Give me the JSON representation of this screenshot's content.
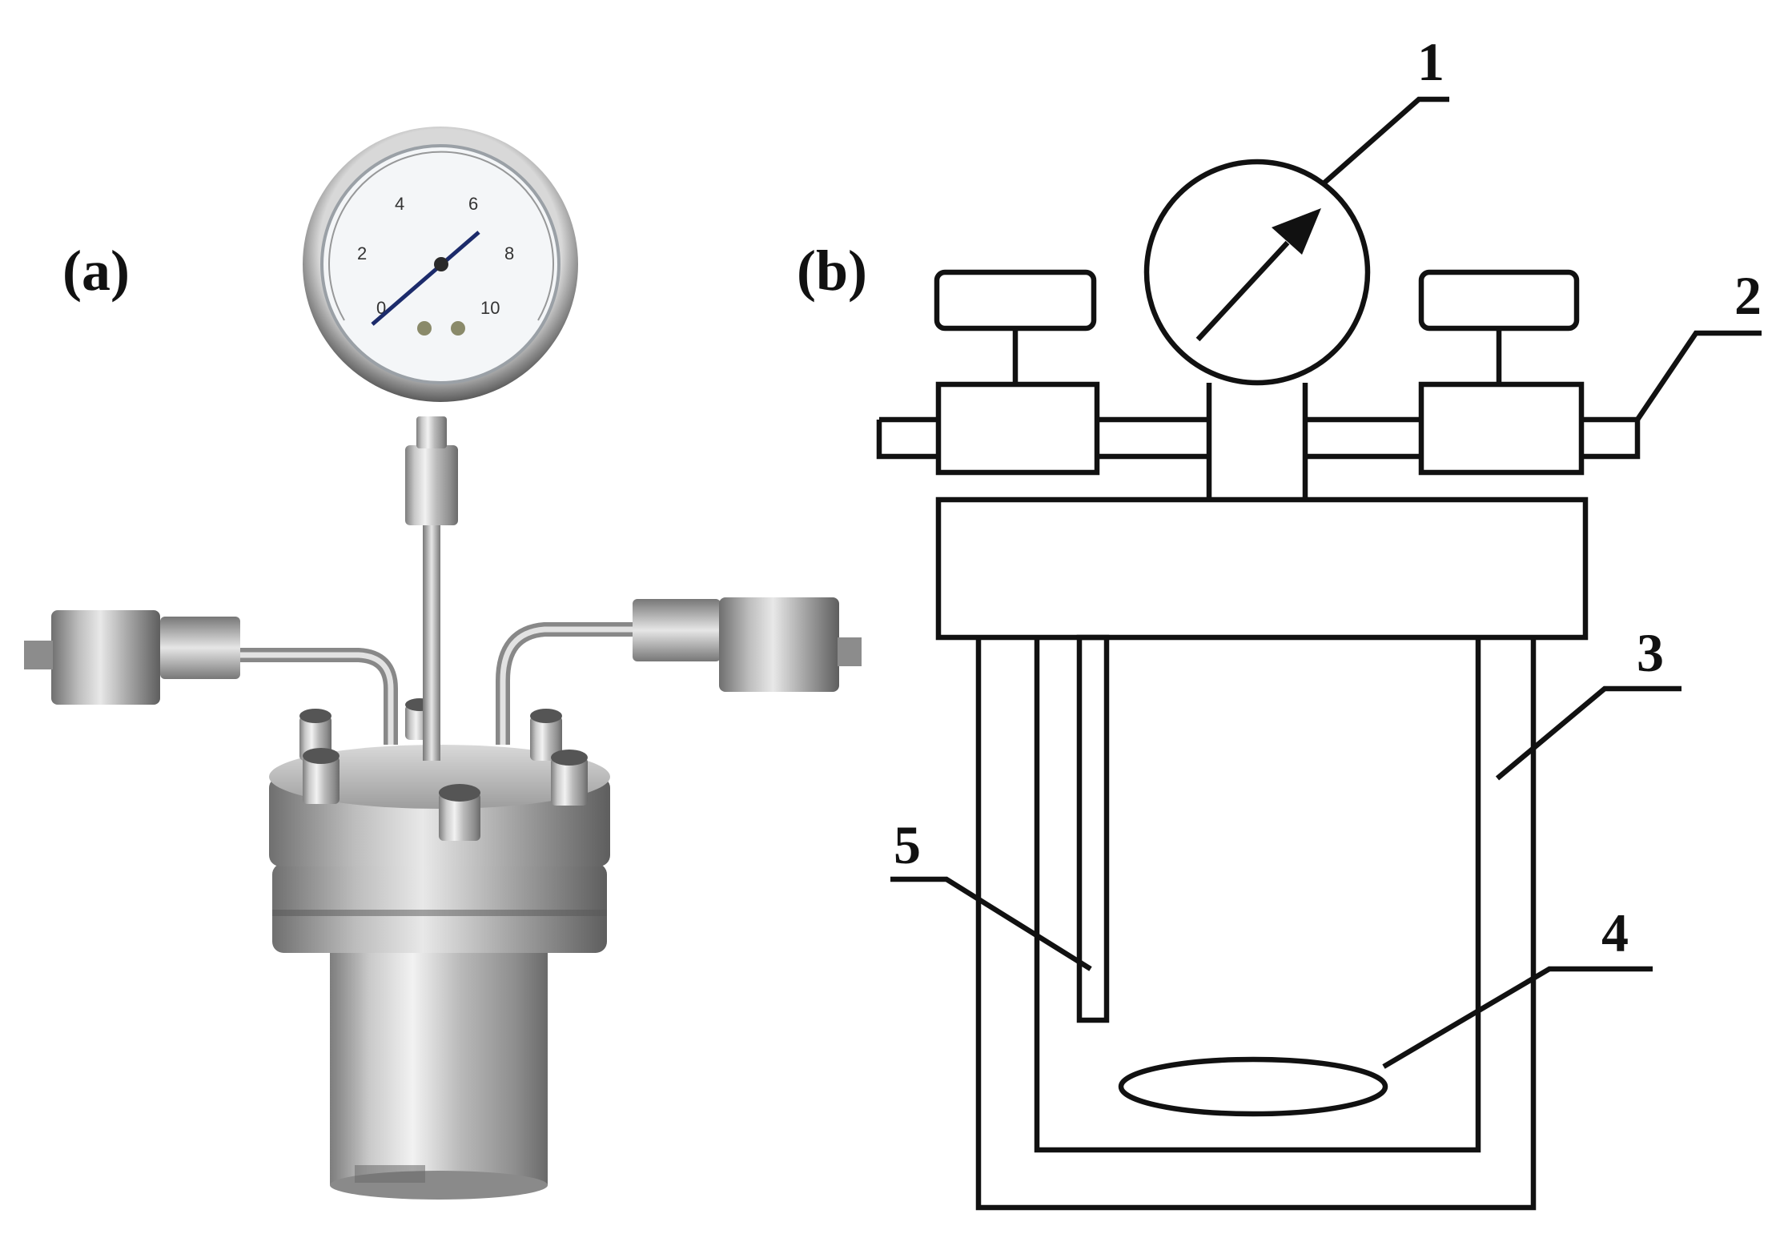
{
  "figure": {
    "panel_a": {
      "label": "(a)"
    },
    "panel_b": {
      "label": "(b)"
    },
    "callouts": [
      {
        "id": "1",
        "text": "1"
      },
      {
        "id": "2",
        "text": "2"
      },
      {
        "id": "3",
        "text": "3"
      },
      {
        "id": "4",
        "text": "4"
      },
      {
        "id": "5",
        "text": "5"
      }
    ],
    "gauge_ticks": [
      "0",
      "2",
      "4",
      "6",
      "8",
      "10"
    ]
  }
}
